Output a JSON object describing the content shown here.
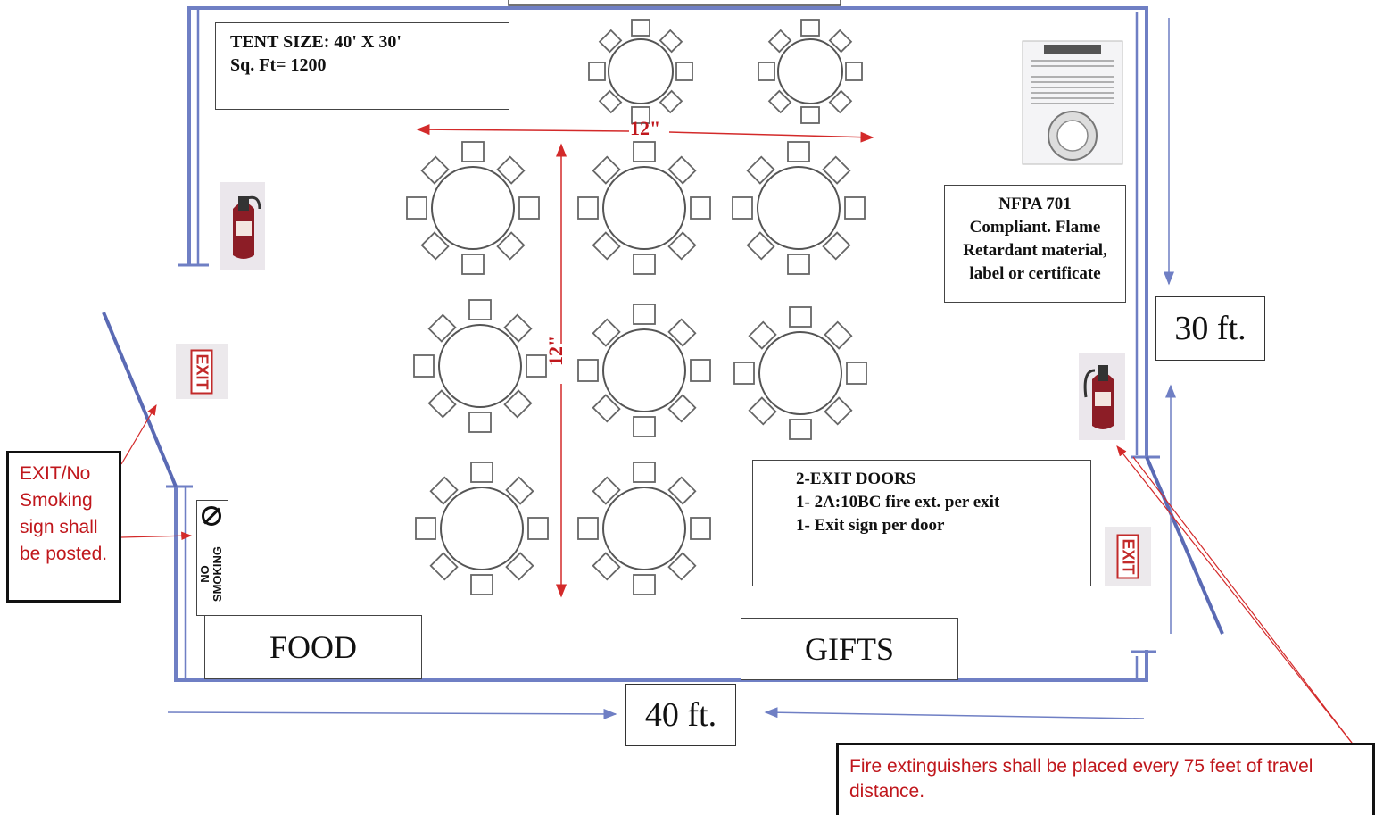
{
  "tent_info": {
    "line1": "TENT SIZE: 40' X 30'",
    "line2": "Sq. Ft= 1200"
  },
  "nfpa": {
    "line1": "NFPA 701",
    "line2": "Compliant.  Flame",
    "line3": "Retardant material,",
    "line4": "label or certificate"
  },
  "exit_doors": {
    "line1": "2-EXIT DOORS",
    "line2": "1- 2A:10BC fire ext. per exit",
    "line3": "1- Exit sign per door"
  },
  "booths": {
    "food": "FOOD",
    "gifts": "GIFTS"
  },
  "dimensions": {
    "width": "40 ft.",
    "depth": "30 ft.",
    "spacing_h": "12\"",
    "spacing_v": "12\""
  },
  "signs": {
    "exit": "EXIT",
    "no_smoking_line1": "NO",
    "no_smoking_line2": "SMOKING"
  },
  "notes": {
    "exit_sign": "EXIT/No Smoking sign shall be posted.",
    "extinguishers": "Fire extinguishers shall be placed every 75 feet of travel distance."
  },
  "colors": {
    "wall": "#6f7fc4",
    "annotation": "#d32a2a",
    "table_stroke": "#555555"
  }
}
